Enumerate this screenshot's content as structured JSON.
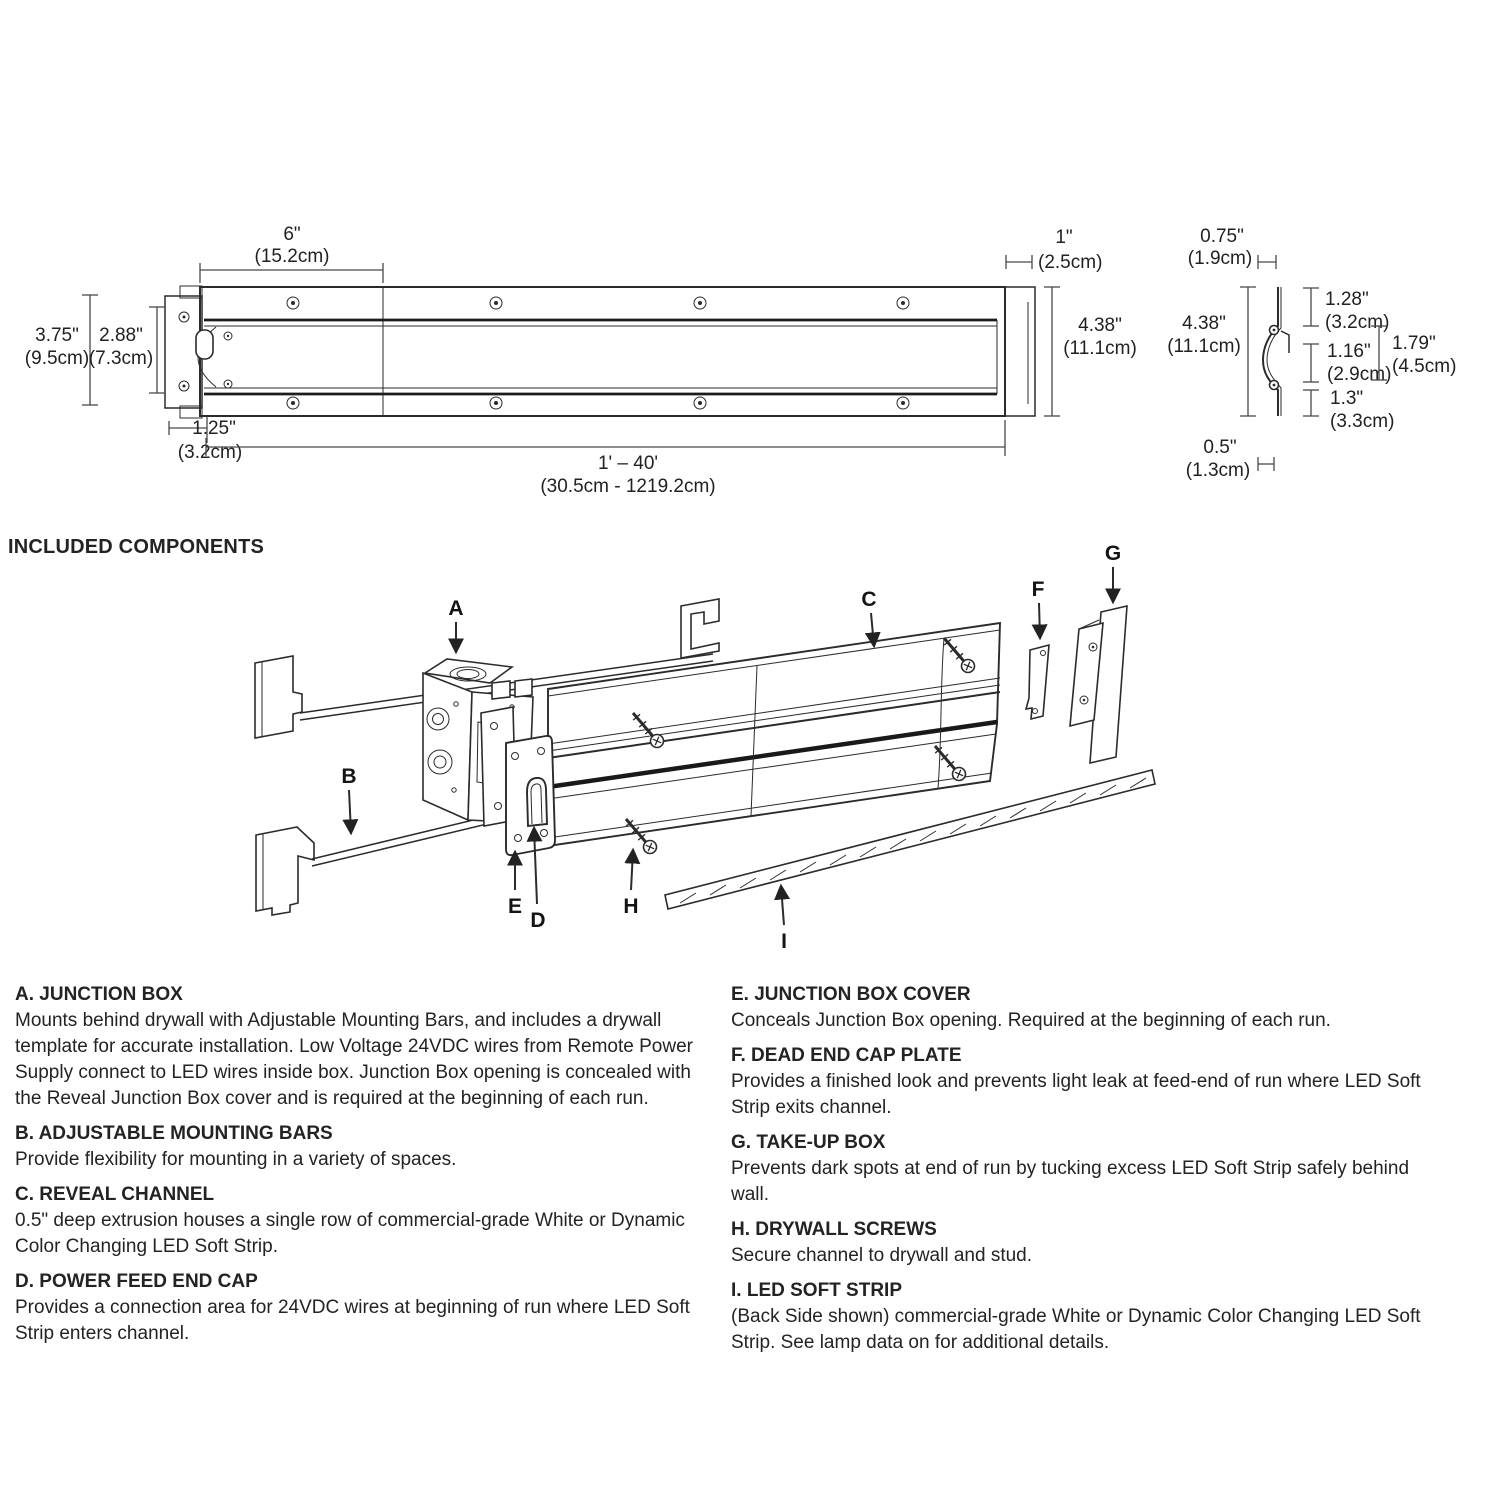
{
  "heading": {
    "included_components": "INCLUDED COMPONENTS"
  },
  "dims": {
    "front": {
      "width6": {
        "in": "6\"",
        "cm": "(15.2cm)"
      },
      "offset1": {
        "in": "1\"",
        "cm": "(2.5cm)"
      },
      "height375": {
        "in": "3.75\"",
        "cm": "(9.5cm)"
      },
      "height288": {
        "in": "2.88\"",
        "cm": "(7.3cm)"
      },
      "offset125": {
        "in": "1.25\"",
        "cm": "(3.2cm)"
      },
      "height438": {
        "in": "4.38\"",
        "cm": "(11.1cm)"
      },
      "length": {
        "in": "1' – 40'",
        "cm": "(30.5cm - 1219.2cm)"
      }
    },
    "profile": {
      "depth075": {
        "in": "0.75\"",
        "cm": "(1.9cm)"
      },
      "height438": {
        "in": "4.38\"",
        "cm": "(11.1cm)"
      },
      "seg128": {
        "in": "1.28\"",
        "cm": "(3.2cm)"
      },
      "seg116": {
        "in": "1.16\"",
        "cm": "(2.9cm)"
      },
      "seg179": {
        "in": "1.79\"",
        "cm": "(4.5cm)"
      },
      "seg13": {
        "in": "1.3\"",
        "cm": "(3.3cm)"
      },
      "depth05": {
        "in": "0.5\"",
        "cm": "(1.3cm)"
      }
    }
  },
  "exploded": {
    "labels": {
      "a": "A",
      "b": "B",
      "c": "C",
      "d": "D",
      "e": "E",
      "f": "F",
      "g": "G",
      "h": "H",
      "i": "I"
    }
  },
  "sections": {
    "left": [
      {
        "title": "A. JUNCTION BOX",
        "body": "Mounts behind drywall with Adjustable Mounting Bars, and includes a drywall template for accurate installation. Low Voltage 24VDC wires from Remote Power Supply connect to LED wires inside box. Junction Box opening is concealed with the Reveal Junction Box cover and is required at the beginning of each run."
      },
      {
        "title": "B. ADJUSTABLE MOUNTING BARS",
        "body": "Provide flexibility for mounting in a variety of spaces."
      },
      {
        "title": "C. REVEAL CHANNEL",
        "body": "0.5\" deep extrusion houses a single row of commercial-grade White or Dynamic Color Changing LED Soft Strip."
      },
      {
        "title": "D. POWER FEED END CAP",
        "body": "Provides a connection area for 24VDC wires at beginning of run where LED Soft Strip enters channel."
      }
    ],
    "right": [
      {
        "title": "E. JUNCTION BOX COVER",
        "body": "Conceals Junction Box opening. Required at the beginning of each run."
      },
      {
        "title": "F. DEAD END CAP PLATE",
        "body": "Provides a finished look and prevents light leak at feed-end of run where LED Soft Strip exits channel."
      },
      {
        "title": "G. TAKE-UP BOX",
        "body": "Prevents dark spots at end of run by tucking excess LED Soft Strip safely behind wall."
      },
      {
        "title": "H. DRYWALL SCREWS",
        "body": "Secure channel to drywall and stud."
      },
      {
        "title": "I. LED SOFT STRIP",
        "body": "(Back Side shown) commercial-grade White or Dynamic Color Changing LED Soft Strip. See lamp data on for additional details."
      }
    ]
  }
}
